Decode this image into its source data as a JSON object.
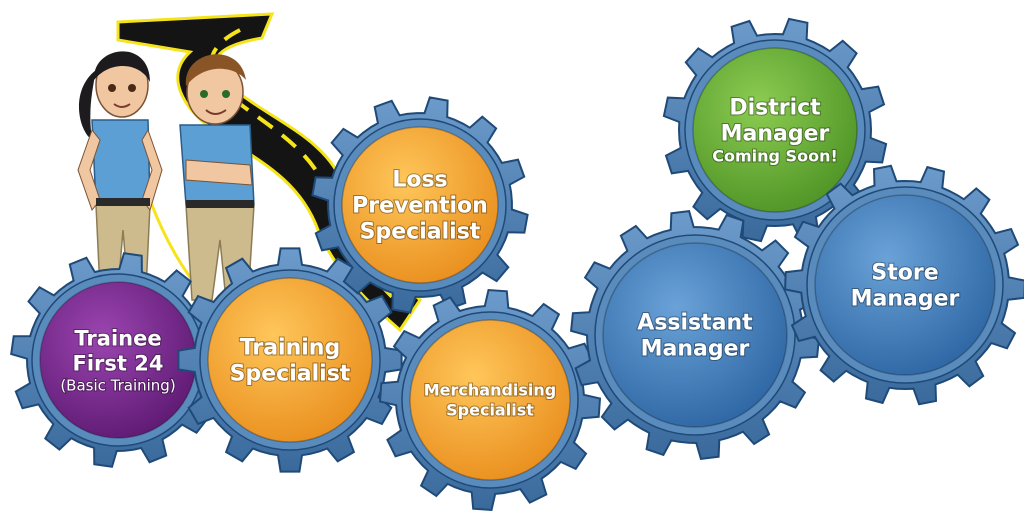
{
  "colors": {
    "gear_teeth": "#4f7fae",
    "gear_teeth_edge": "#1f4a78",
    "purple": "#7a2a8f",
    "orange": "#f2a531",
    "blue": "#4b84bf",
    "green": "#6fb43a",
    "road": "#141414",
    "road_stripe": "#f5e41a"
  },
  "characters": [
    {
      "name": "trainee-girl-illustration"
    },
    {
      "name": "trainee-boy-illustration"
    }
  ],
  "gears": [
    {
      "id": "trainee",
      "name": "gear-trainee",
      "fill": "purple",
      "lines": [
        "Trainee",
        "First 24",
        "(Basic Training)"
      ]
    },
    {
      "id": "training-specialist",
      "name": "gear-training-specialist",
      "fill": "orange",
      "lines": [
        "Training",
        "Specialist"
      ]
    },
    {
      "id": "loss-prevention",
      "name": "gear-loss-prevention-specialist",
      "fill": "orange",
      "lines": [
        "Loss",
        "Prevention",
        "Specialist"
      ]
    },
    {
      "id": "merchandising",
      "name": "gear-merchandising-specialist",
      "fill": "orange",
      "lines": [
        "Merchandising",
        "Specialist"
      ]
    },
    {
      "id": "assistant-manager",
      "name": "gear-assistant-manager",
      "fill": "blue",
      "lines": [
        "Assistant",
        "Manager"
      ]
    },
    {
      "id": "district-manager",
      "name": "gear-district-manager",
      "fill": "green",
      "lines": [
        "District",
        "Manager",
        "Coming Soon!"
      ]
    },
    {
      "id": "store-manager",
      "name": "gear-store-manager",
      "fill": "blue",
      "lines": [
        "Store",
        "Manager"
      ]
    }
  ]
}
